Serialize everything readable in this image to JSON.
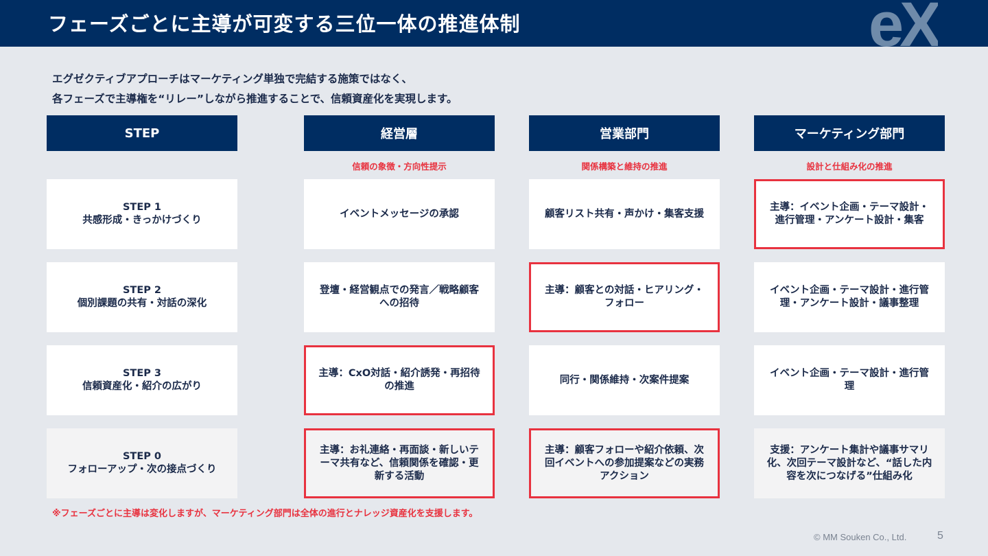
{
  "header": {
    "title": "フェーズごとに主導が可変する三位一体の推進体制",
    "logo": "eX"
  },
  "intro": {
    "line1": "エグゼクティブアプローチはマーケティング単独で完結する施策ではなく、",
    "line2": "各フェーズで主導権を“リレー”しながら推進することで、信頼資産化を実現します。"
  },
  "columns": [
    {
      "label": "STEP",
      "role": ""
    },
    {
      "label": "経営層",
      "role": "信頼の象徴・方向性提示"
    },
    {
      "label": "営業部門",
      "role": "関係構築と維持の推進"
    },
    {
      "label": "マーケティング部門",
      "role": "設計と仕組み化の推進"
    }
  ],
  "rows": [
    {
      "step": "STEP 1\n共感形成・きっかけづくり",
      "executive": "イベントメッセージの承認",
      "sales": "顧客リスト共有・声かけ・集客支援",
      "marketing": "主導：イベント企画・テーマ設計・進行管理・アンケート設計・集客",
      "lead": "marketing"
    },
    {
      "step": "STEP 2\n個別課題の共有・対話の深化",
      "executive": "登壇・経営観点での発言／戦略顧客への招待",
      "sales": "主導：顧客との対話・ヒアリング・フォロー",
      "marketing": "イベント企画・テーマ設計・進行管理・アンケート設計・議事整理",
      "lead": "sales"
    },
    {
      "step": "STEP 3\n信頼資産化・紹介の広がり",
      "executive": "主導：CxO対話・紹介誘発・再招待の推進",
      "sales": "同行・関係維持・次案件提案",
      "marketing": "イベント企画・テーマ設計・進行管理",
      "lead": "executive"
    },
    {
      "step": "STEP 0\nフォローアップ・次の接点づくり",
      "executive": "主導：お礼連絡・再面談・新しいテーマ共有など、信頼関係を確認・更新する活動",
      "sales": "主導：顧客フォローや紹介依頼、次回イベントへの参加提案などの実務アクション",
      "marketing": "支援：アンケート集計や議事サマリ化、次回テーマ設計など、“話した内容を次につなげる”仕組み化",
      "lead": "executive,sales"
    }
  ],
  "footnote": "※フェーズごとに主導は変化しますが、マーケティング部門は全体の進行とナレッジ資産化を支援します。",
  "footer": {
    "copyright": "© MM Souken Co., Ltd.",
    "page": "5"
  },
  "colors": {
    "navy": "#002D62",
    "accent_red": "#E8323F",
    "background": "#E5E8ED",
    "logo": "#6F8BAA"
  }
}
